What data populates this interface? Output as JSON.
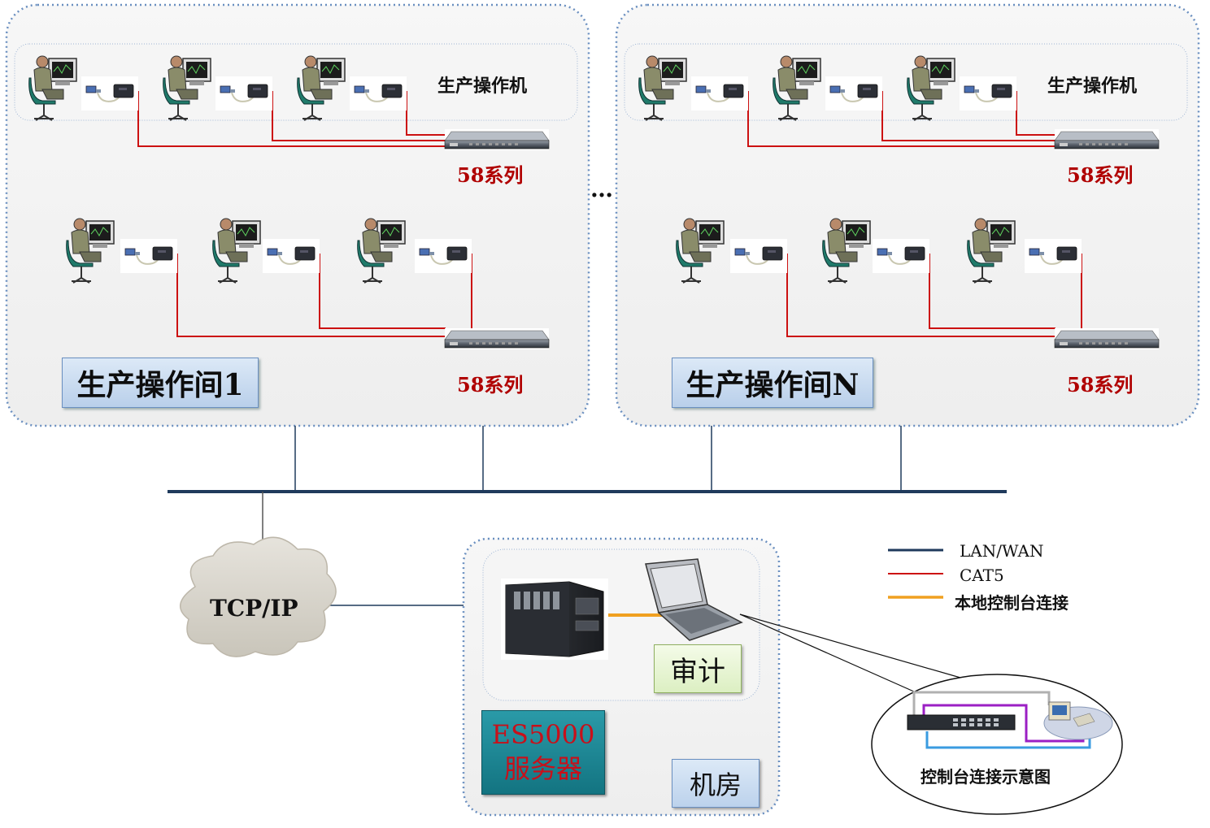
{
  "rooms": [
    {
      "name": "生产操作间1",
      "pc_label": "生产操作机",
      "series_top": "58系列",
      "series_bottom": "58系列"
    },
    {
      "name": "生产操作间N",
      "pc_label": "生产操作机",
      "series_top": "58系列",
      "series_bottom": "58系列"
    }
  ],
  "ellipsis": "…",
  "cloud_label": "TCP/IP",
  "machine_room": {
    "audit_label": "审计",
    "server_line1": "ES5000",
    "server_line2": "服务器",
    "room_label": "机房"
  },
  "legend": [
    {
      "label": "LAN/WAN",
      "color": "#1f3a5c"
    },
    {
      "label": "CAT5",
      "color": "#cc1111"
    },
    {
      "label": "本地控制台连接",
      "color": "#f0a020"
    }
  ],
  "console_diagram_label": "控制台连接示意图"
}
